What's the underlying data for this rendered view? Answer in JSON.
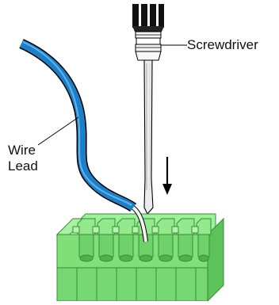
{
  "labels": {
    "screwdriver": "Screwdriver",
    "wire_line1": "Wire",
    "wire_line2": "Lead"
  },
  "colors": {
    "wire_blue": "#1f7fc6",
    "wire_outline": "#000000",
    "terminal_green": "#7fe07a",
    "terminal_green_dark": "#5cc25a",
    "terminal_green_light": "#a8f0a2",
    "screwdriver_handle": "#111111",
    "screwdriver_shaft": "#e8e8e8"
  },
  "icons": {
    "screwdriver": "screwdriver-icon",
    "wire": "wire-lead-icon",
    "terminal_block": "terminal-block-icon",
    "arrow": "down-arrow-icon"
  }
}
